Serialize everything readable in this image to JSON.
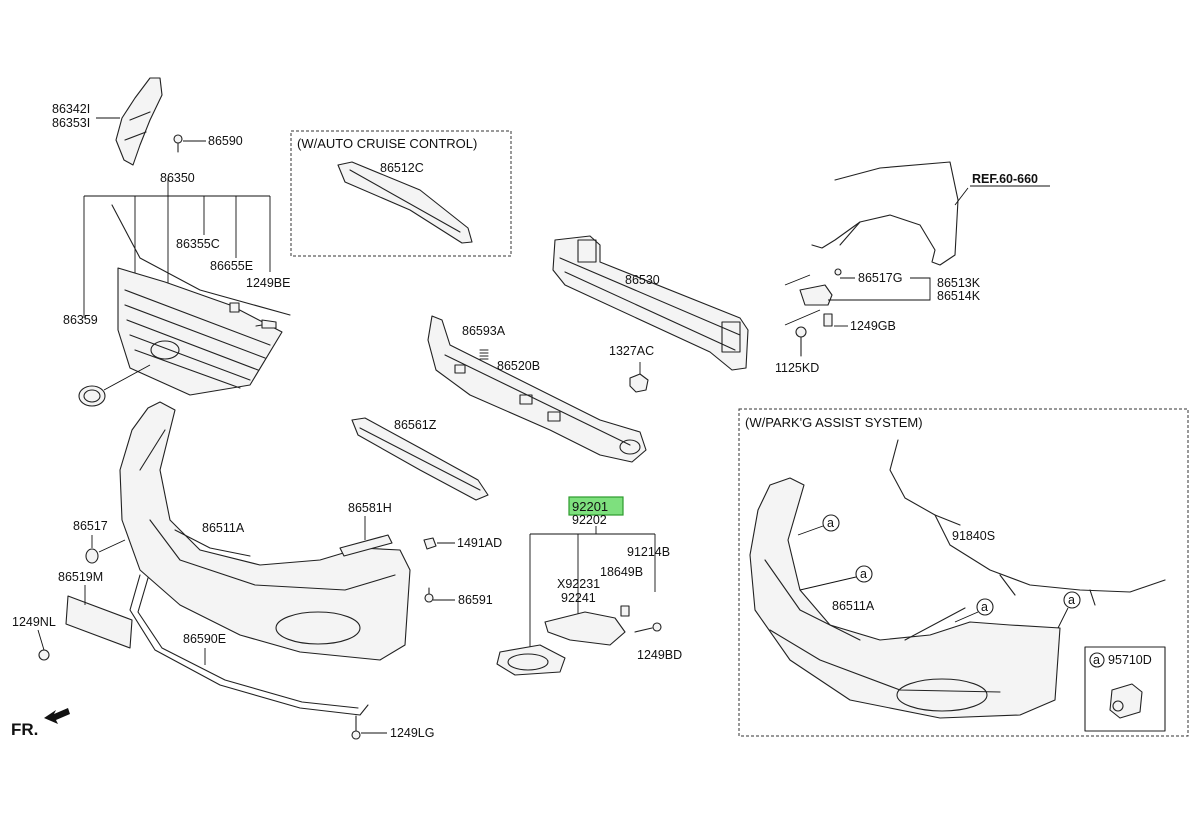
{
  "diagram": {
    "boxes": {
      "auto_cruise": "(W/AUTO CRUISE CONTROL)",
      "parking_assist": "(W/PARK'G ASSIST SYSTEM)"
    },
    "reference": "REF.60-660",
    "direction": "FR.",
    "callout_marker": "a",
    "callout_part": "95710D",
    "highlight_color": "#7ee07e",
    "labels": {
      "p86342I": "86342I",
      "p86353I": "86353I",
      "p86590": "86590",
      "p86350": "86350",
      "p86355C": "86355C",
      "p86655E": "86655E",
      "p1249BE": "1249BE",
      "p86359": "86359",
      "p86512C": "86512C",
      "p86530": "86530",
      "p1327AC": "1327AC",
      "p86593A": "86593A",
      "p86520B": "86520B",
      "p86517G": "86517G",
      "p86513K": "86513K",
      "p86514K": "86514K",
      "p1249GB": "1249GB",
      "p1125KD": "1125KD",
      "p86561Z": "86561Z",
      "p86581H": "86581H",
      "p1491AD": "1491AD",
      "p86517": "86517",
      "p86511A": "86511A",
      "p86519M": "86519M",
      "p86591": "86591",
      "p1249NL": "1249NL",
      "p86590E": "86590E",
      "p1249LG": "1249LG",
      "p92201": "92201",
      "p92202": "92202",
      "p91214B": "91214B",
      "p18649B": "18649B",
      "pX92231": "X92231",
      "p92241": "92241",
      "p1249BD": "1249BD",
      "p91840S": "91840S",
      "p86511A_b": "86511A"
    }
  }
}
